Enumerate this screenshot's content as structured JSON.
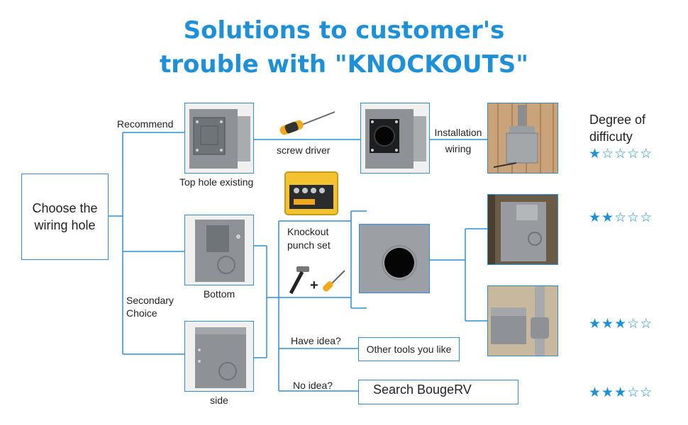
{
  "title": {
    "line1": "Solutions to customer's",
    "line2": "trouble with \"KNOCKOUTS\""
  },
  "start": {
    "label": "Choose the wiring hole"
  },
  "branches": {
    "recommend": "Recommend",
    "secondary": "Secondary Choice"
  },
  "holes": {
    "top": "Top hole existing",
    "bottom": "Bottom",
    "side": "side"
  },
  "tools": {
    "screwdriver": "screw driver",
    "punch": "Knockout punch set",
    "plus": "+"
  },
  "steps": {
    "installation": "Installation",
    "wiring": "wiring"
  },
  "options": {
    "have_idea": "Have idea?",
    "no_idea": "No idea?",
    "other_tools": "Other tools you like",
    "search": "Search BougeRV"
  },
  "difficulty": {
    "heading": "Degree of difficuty",
    "ratings": [
      1,
      2,
      3,
      3
    ],
    "max": 5
  },
  "colors": {
    "accent": "#1e90d8",
    "line": "#2d8fd4"
  },
  "icons": [
    "screwdriver-icon",
    "toolbox-icon",
    "hammer-icon",
    "star-icon"
  ]
}
